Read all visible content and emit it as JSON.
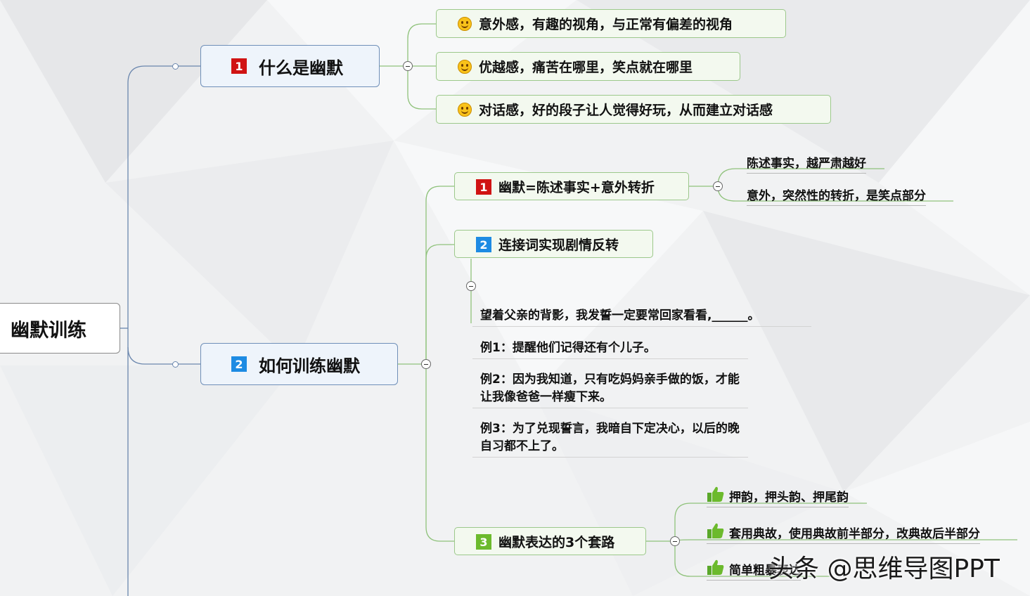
{
  "colors": {
    "main_border": "#6f8fb8",
    "main_fill": "#eef4fb",
    "sub_border": "#9cc88b",
    "sub_fill": "#f3f9ef",
    "badge_red": "#d01313",
    "badge_blue": "#1d8be3",
    "badge_green": "#6cba2d",
    "connector": "#6a86ad"
  },
  "root": {
    "label": "幽默训练"
  },
  "branches": [
    {
      "num": "1",
      "label": "什么是幽默",
      "leaves": [
        {
          "icon": "smiley-icon",
          "text": "意外感，有趣的视角，与正常有偏差的视角"
        },
        {
          "icon": "smiley-icon",
          "text": "优越感，痛苦在哪里，笑点就在哪里"
        },
        {
          "icon": "smiley-icon",
          "text": "对话感，好的段子让人觉得好玩，从而建立对话感"
        }
      ]
    },
    {
      "num": "2",
      "label": "如何训练幽默",
      "subs": [
        {
          "num": "1",
          "label": "幽默=陈述事实+意外转折",
          "leaves": [
            "陈述事实，越严肃越好",
            "意外，突然性的转折，是笑点部分"
          ]
        },
        {
          "num": "2",
          "label": "连接词实现剧情反转",
          "paragraphs": [
            "望着父亲的背影，我发誓一定要常回家看看,______。",
            "例1：提醒他们记得还有个儿子。",
            "例2：因为我知道，只有吃妈妈亲手做的饭，才能让我像爸爸一样瘦下来。",
            "例3：为了兑现誓言，我暗自下定决心，以后的晚自习都不上了。"
          ]
        },
        {
          "num": "3",
          "label": "幽默表达的3个套路",
          "leaves": [
            {
              "icon": "thumbs-up-icon",
              "text": "押韵，押头韵、押尾韵"
            },
            {
              "icon": "thumbs-up-icon",
              "text": "套用典故，使用典故前半部分，改典故后半部分"
            },
            {
              "icon": "thumbs-up-icon",
              "text": "简单粗暴表达"
            }
          ]
        }
      ]
    }
  ],
  "watermark": "头条 @思维导图PPT"
}
